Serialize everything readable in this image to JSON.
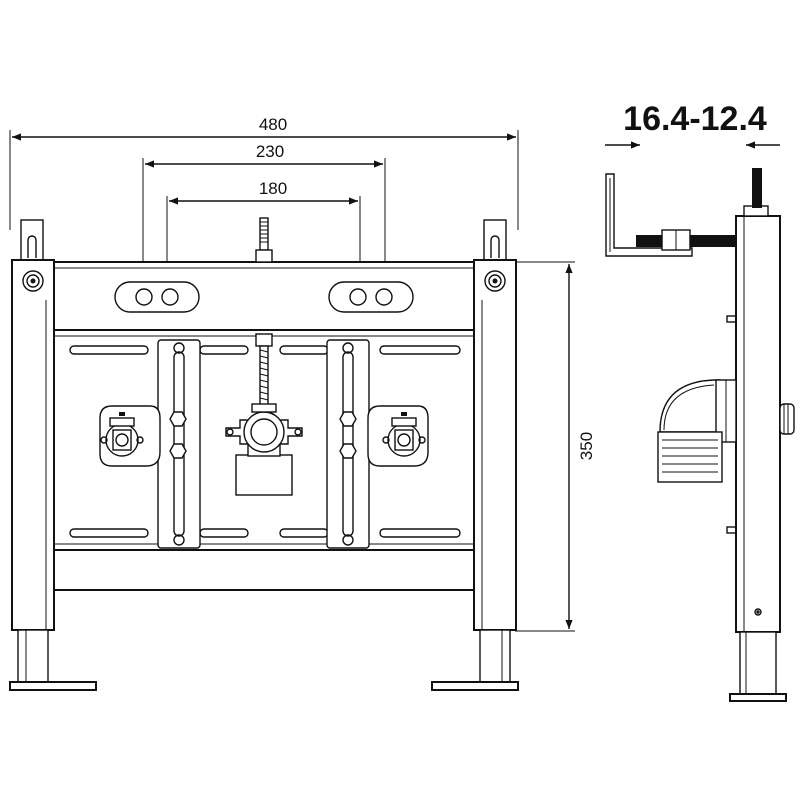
{
  "dimensions": {
    "overall_width": "480",
    "outer_hole_spacing": "230",
    "inner_hole_spacing": "180",
    "height": "350",
    "wall_depth_range": "16.4-12.4"
  }
}
